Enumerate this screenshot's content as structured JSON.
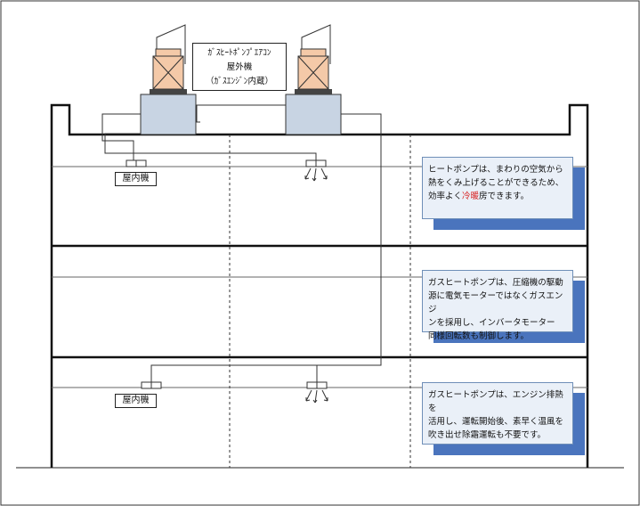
{
  "outdoor_unit": {
    "line1": "ｶﾞｽﾋｰﾄﾎﾟﾝﾌﾟｴｱｺﾝ",
    "line2": "屋外機",
    "line3": "（ｶﾞｽｴﾝｼﾞﾝ内蔵）"
  },
  "indoor_unit_labels": [
    "屋内機",
    "屋内機"
  ],
  "callouts": [
    {
      "line1": "ヒートポンプは、まわりの空気から",
      "line2": "熱をくみ上げることができるため、",
      "line3_before": "効率よく",
      "line3_highlight": "冷暖",
      "line3_after": "房できます。",
      "highlight_color": "#d82020"
    },
    {
      "line1": "ガスヒートポンプは、圧縮機の駆動",
      "line2": "源に電気モーターではなくガスエンジ",
      "line3": "ンを採用し、インバータモーター",
      "line4": "同様回転数も制御します。"
    },
    {
      "line1": "ガスヒートポンプは、エンジン排熱を",
      "line2": "活用し、運転開始後、素早く温風を",
      "line3": "吹き出せ除霜運転も不要です。"
    }
  ],
  "colors": {
    "unit_fill": "#c8d4e3",
    "engine_fill": "#f4c9a8",
    "callout_fill": "#eaf0f8",
    "callout_shadow": "#4a74bd"
  }
}
